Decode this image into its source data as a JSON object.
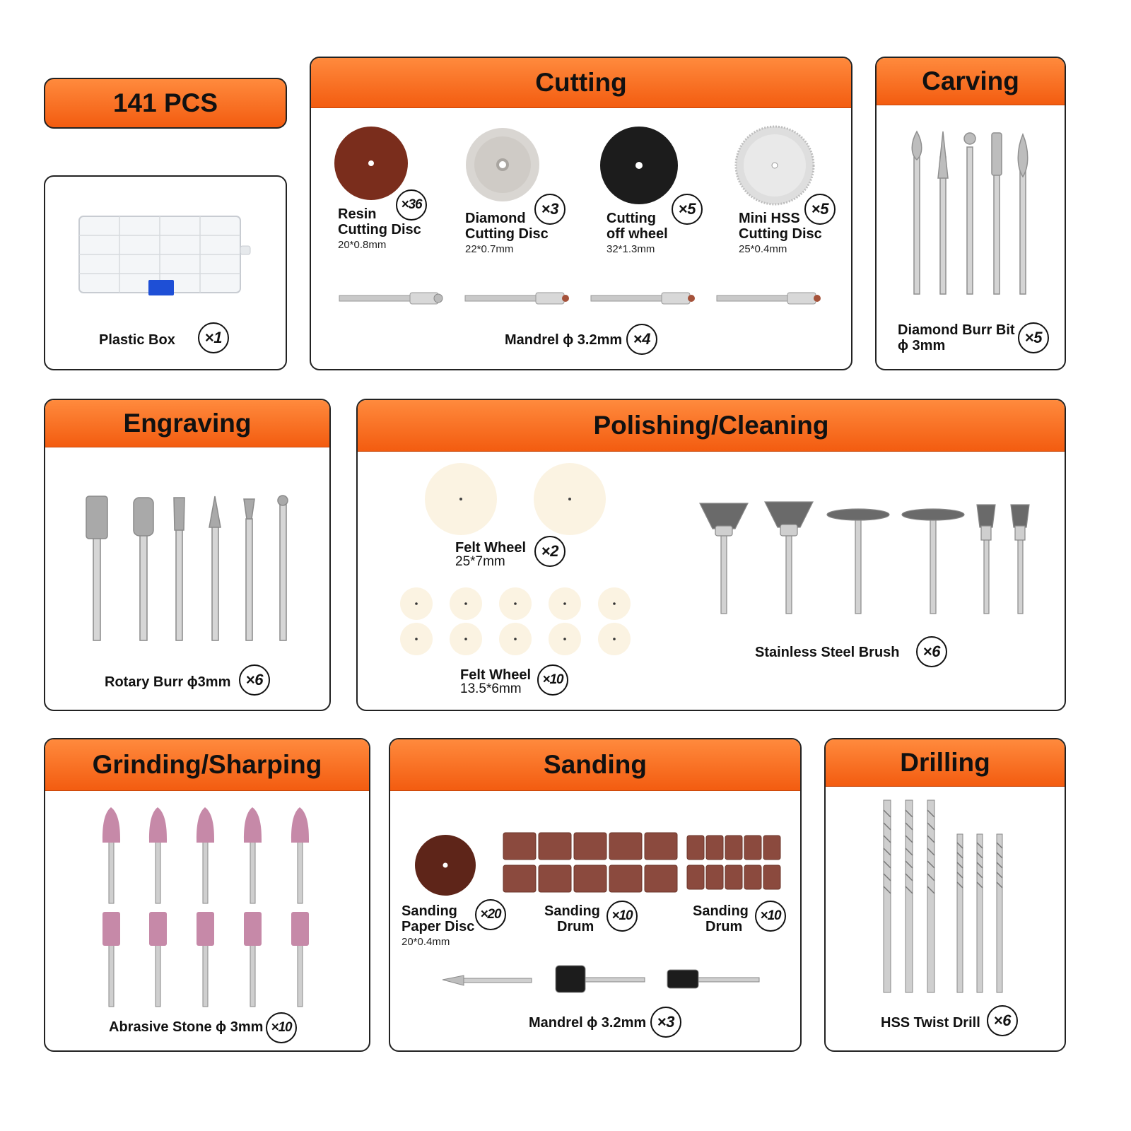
{
  "total": "141 PCS",
  "plastic_box": {
    "label": "Plastic Box",
    "count": "×1"
  },
  "cutting": {
    "title": "Cutting",
    "discs": [
      {
        "name_l1": "Resin",
        "name_l2": "Cutting Disc",
        "size": "20*0.8mm",
        "count": "×36"
      },
      {
        "name_l1": "Diamond",
        "name_l2": "Cutting Disc",
        "size": "22*0.7mm",
        "count": "×3"
      },
      {
        "name_l1": "Cutting",
        "name_l2": "off wheel",
        "size": "32*1.3mm",
        "count": "×5"
      },
      {
        "name_l1": "Mini HSS",
        "name_l2": "Cutting Disc",
        "size": "25*0.4mm",
        "count": "×5"
      }
    ],
    "mandrel": {
      "label": "Mandrel ϕ 3.2mm",
      "count": "×4"
    }
  },
  "carving": {
    "title": "Carving",
    "label_l1": "Diamond Burr Bit",
    "label_l2": "ϕ 3mm",
    "count": "×5"
  },
  "engraving": {
    "title": "Engraving",
    "label": "Rotary Burr ϕ3mm",
    "count": "×6"
  },
  "polishing": {
    "title": "Polishing/Cleaning",
    "felt_large": {
      "label": "Felt Wheel",
      "size": "25*7mm",
      "count": "×2"
    },
    "felt_small": {
      "label": "Felt Wheel",
      "size": "13.5*6mm",
      "count": "×10"
    },
    "brush": {
      "label": "Stainless Steel Brush",
      "count": "×6"
    }
  },
  "grinding": {
    "title": "Grinding/Sharping",
    "label": "Abrasive Stone ϕ 3mm",
    "count": "×10"
  },
  "sanding": {
    "title": "Sanding",
    "paper_disc": {
      "label_l1": "Sanding",
      "label_l2": "Paper Disc",
      "size": "20*0.4mm",
      "count": "×20"
    },
    "drum_a": {
      "label_l1": "Sanding",
      "label_l2": "Drum",
      "count": "×10"
    },
    "drum_b": {
      "label_l1": "Sanding",
      "label_l2": "Drum",
      "count": "×10"
    },
    "mandrel": {
      "label": "Mandrel ϕ 3.2mm",
      "count": "×3"
    }
  },
  "drilling": {
    "title": "Drilling",
    "label": "HSS Twist Drill",
    "count": "×6"
  },
  "colors": {
    "accent": "#f76a1e",
    "border": "#222222"
  }
}
